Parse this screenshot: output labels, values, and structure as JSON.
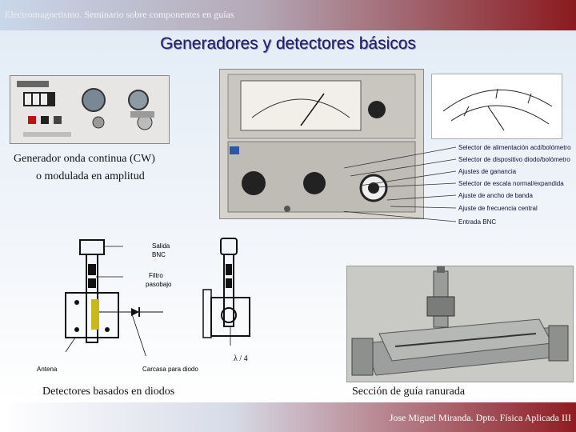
{
  "header": {
    "course": "Electromagnetismo",
    "subtitle": "Seminario sobre componentes en guías"
  },
  "title": "Generadores y detectores básicos",
  "generator_caption": {
    "line1": "Generador onda continua (CW)",
    "line2": "o modulada en amplitud"
  },
  "meter_labels": [
    "Selector de alimentación acd/bolómetro",
    "Selector de dispositivo diodo/bolómetro",
    "Ajustes de ganancia",
    "Selector de escala normal/expandida",
    "Ajuste de ancho de banda",
    "Ajuste de frecuencia central",
    "Entrada BNC"
  ],
  "detector_labels": {
    "salida": "Salida",
    "bnc": "BNC",
    "filtro": "Filtro",
    "pasobajo": "pasobajo",
    "antena": "Antena",
    "carcasa": "Carcasa para diodo",
    "lambda": "λ / 4"
  },
  "detectors_caption": "Detectores basados en diodos",
  "guide_caption": "Sección de guía ranurada",
  "footer": "Jose Miguel Miranda. Dpto. Física Aplicada III",
  "colors": {
    "accent": "#8b1a1f",
    "title": "#1d1d6d"
  }
}
